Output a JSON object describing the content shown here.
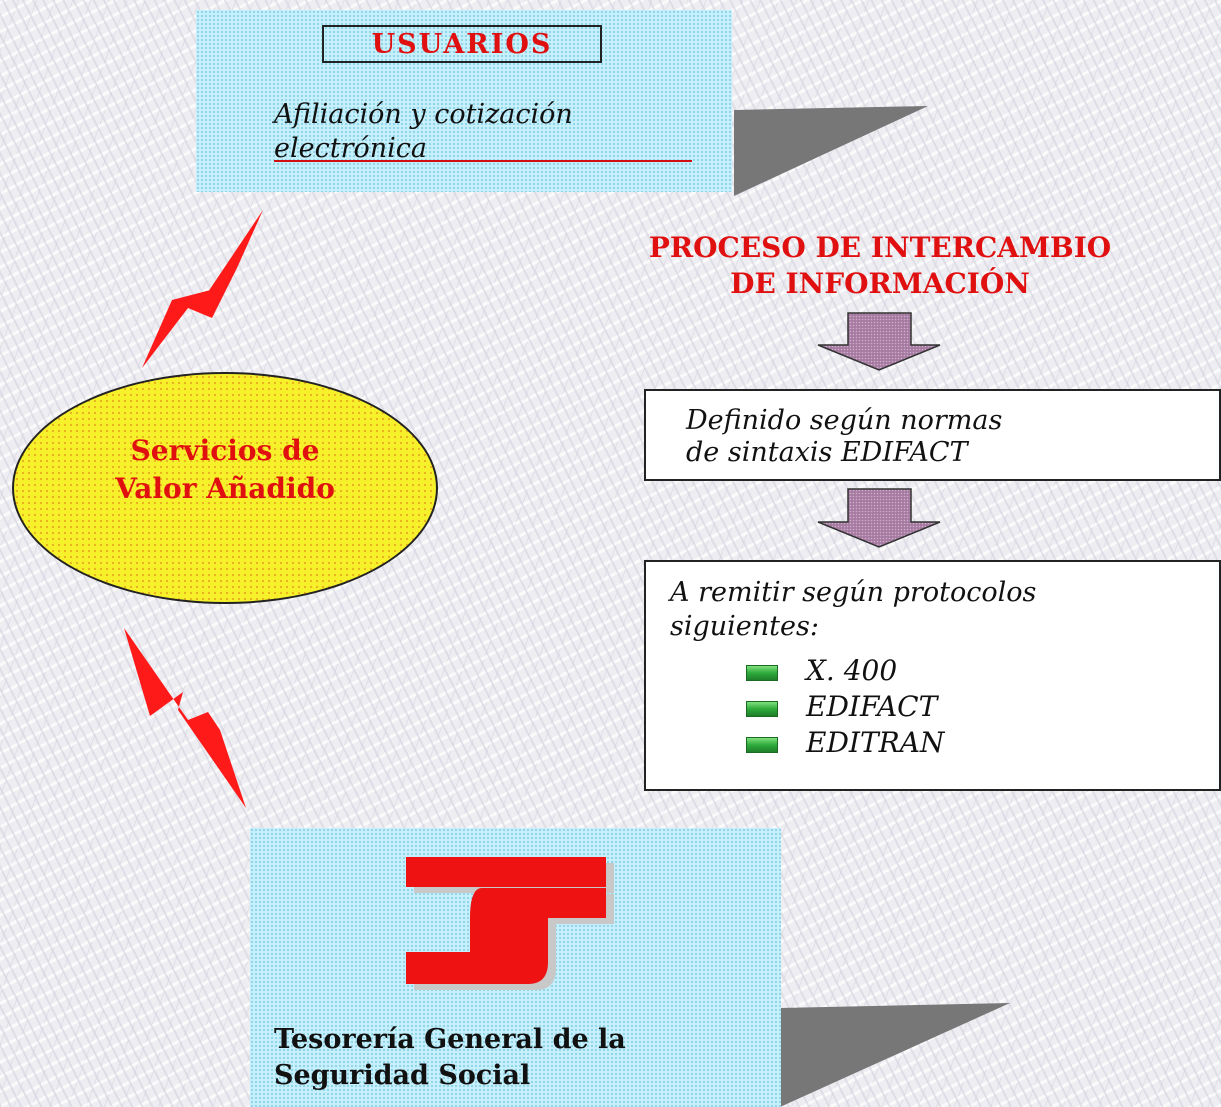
{
  "users": {
    "title": "USUARIOS",
    "description_line1": "Afiliación y cotización",
    "description_line2": "electrónica"
  },
  "process": {
    "title_line1": "PROCESO DE INTERCAMBIO",
    "title_line2": "DE INFORMACIÓN"
  },
  "syntax": {
    "line1": "Definido según normas",
    "line2": "de sintaxis EDIFACT"
  },
  "protocols": {
    "intro_line1": "A remitir según protocolos",
    "intro_line2": "siguientes:",
    "items": [
      "X. 400",
      "EDIFACT",
      "EDITRAN"
    ]
  },
  "value_added": {
    "line1": "Servicios de",
    "line2": "Valor Añadido"
  },
  "tgss": {
    "name_line1": "Tesorería General de la",
    "name_line2": "Seguridad Social"
  },
  "colors": {
    "accent_red": "#e01010",
    "box_cyan": "#c6f0fb",
    "ellipse_yellow": "#f6f12a",
    "arrow_purple": "#a0739a",
    "connector_gray": "#777777",
    "bullet_green": "#2eaa3a"
  },
  "icons": {
    "bullet": "green-bar-bullet-icon",
    "down_arrow": "down-arrow-icon",
    "lightning": "lightning-bolt-icon",
    "logo": "tgss-logo"
  }
}
